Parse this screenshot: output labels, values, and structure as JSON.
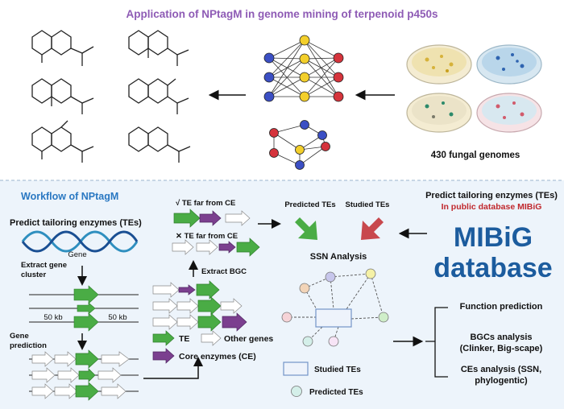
{
  "top": {
    "title": "Application of NPtagM in genome mining of terpenoid p450s",
    "genomes_label": "430 fungal genomes"
  },
  "workflow": {
    "title": "Workflow of NPtagM",
    "predict_heading": "Predict tailoring enzymes (TEs)",
    "gene_label": "Gene",
    "extract_cluster": [
      "Extract gene",
      "cluster"
    ],
    "kb_left": "50 kb",
    "kb_right": "50 kb",
    "gene_prediction": [
      "Gene",
      "prediction"
    ],
    "te_far": "√ TE far from CE",
    "te_not_far": "✕ TE far from CE",
    "extract_bgc": "Extract BGC",
    "legend_te": "TE",
    "legend_other": "Other genes",
    "legend_core": "Core enzymes (CE)"
  },
  "ssn": {
    "predicted_label": "Predicted TEs",
    "studied_label": "Studied  TEs",
    "analysis_title": "SSN Analysis",
    "legend_studied": "Studied  TEs",
    "legend_predicted": "Predicted TEs"
  },
  "mibig": {
    "heading": "Predict tailoring enzymes (TEs)",
    "subheading": "In public database MIBiG",
    "logo_line1": "MIBiG",
    "logo_line2": "database"
  },
  "outcomes": {
    "function": "Function prediction",
    "bgc": [
      "BGCs analysis",
      "(Clinker, Big-scape)"
    ],
    "ce": [
      "CEs analysis (SSN,",
      "phylogentic)"
    ]
  },
  "colors": {
    "title_purple": "#8e5bb5",
    "workflow_blue": "#2a78c2",
    "mibig_red": "#c0282d",
    "mibig_blue": "#1c5c9e",
    "te_green": "#4aac45",
    "ce_purple": "#7b3f8f",
    "panel_bg": "#edf4fb"
  },
  "icons": [
    "neural-network-icon",
    "petri-dish-icon",
    "molecule-structure-icon",
    "dna-helix-icon",
    "gene-arrow-icon"
  ]
}
